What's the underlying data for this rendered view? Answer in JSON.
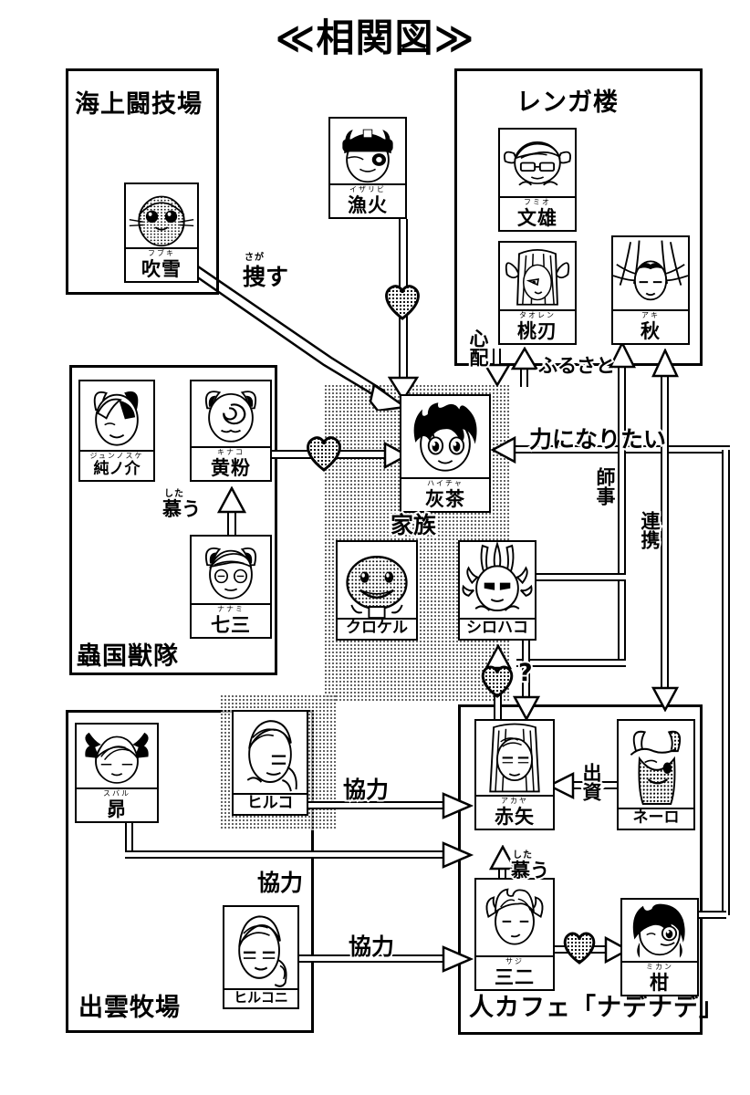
{
  "title": "≪相関図≫",
  "groups": [
    {
      "id": "kaijou",
      "label": "海上闘技場"
    },
    {
      "id": "renga",
      "label": "レンガ楼"
    },
    {
      "id": "mushi",
      "label": "蟲国獣隊"
    },
    {
      "id": "izumo",
      "label": "出雲牧場"
    },
    {
      "id": "cafe",
      "label": "人カフェ「ナデナデ」"
    }
  ],
  "family_label": "家族",
  "characters": {
    "fubuki": {
      "name": "吹雪",
      "furigana": "フブキ"
    },
    "isaribi": {
      "name": "漁火",
      "furigana": "イザリビ"
    },
    "fumio": {
      "name": "文雄",
      "furigana": "フミオ"
    },
    "taoren": {
      "name": "桃刃",
      "furigana": "タオレン"
    },
    "aki": {
      "name": "秋",
      "furigana": "アキ"
    },
    "junnosuke": {
      "name": "純ノ介",
      "furigana": "ジュンノスケ"
    },
    "kinako": {
      "name": "黄粉",
      "furigana": "キナコ"
    },
    "nanami": {
      "name": "七三",
      "furigana": "ナナミ"
    },
    "haicha": {
      "name": "灰茶",
      "furigana": "ハイチャ"
    },
    "kurokeru": {
      "name": "クロケル",
      "furigana": ""
    },
    "shirohako": {
      "name": "シロハコ",
      "furigana": ""
    },
    "subaru": {
      "name": "昴",
      "furigana": "スバル"
    },
    "hiruko": {
      "name": "ヒルコ",
      "furigana": ""
    },
    "hirukoni": {
      "name": "ヒルコニ",
      "furigana": ""
    },
    "akaya": {
      "name": "赤矢",
      "furigana": "アカヤ"
    },
    "nero": {
      "name": "ネーロ",
      "furigana": ""
    },
    "saji": {
      "name": "三二",
      "furigana": "サジ"
    },
    "mikan": {
      "name": "柑",
      "furigana": "ミカン"
    }
  },
  "relations": {
    "sagasu": {
      "label": "捜す",
      "furigana": "さが"
    },
    "shinpai": {
      "label": "心配"
    },
    "furusato": {
      "label": "ふるさと"
    },
    "chikara": {
      "label": "力になりたい"
    },
    "shiji": {
      "label": "師事"
    },
    "renkei": {
      "label": "連携"
    },
    "shitau_left": {
      "label": "慕う",
      "furigana": "した"
    },
    "shitau_right": {
      "label": "慕う",
      "furigana": "した"
    },
    "kyouryoku_1": {
      "label": "協力"
    },
    "kyouryoku_2": {
      "label": "協力"
    },
    "kyouryoku_3": {
      "label": "協力"
    },
    "shusshi": {
      "label": "出資"
    },
    "question": {
      "label": "?"
    }
  },
  "colors": {
    "ink": "#000000",
    "paper": "#ffffff"
  }
}
